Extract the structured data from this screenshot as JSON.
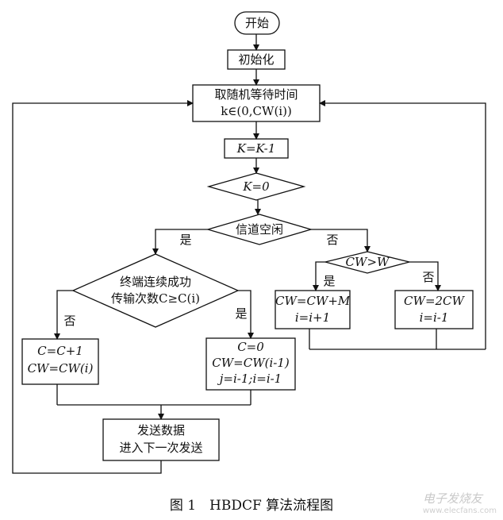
{
  "nodes": {
    "start": "开始",
    "init": "初始化",
    "random_wait_1": "取随机等待时间",
    "random_wait_2": "k∈(0,CW(i))",
    "decrement": "K=K-1",
    "k_zero": "K=0",
    "channel_idle": "信道空闲",
    "cw_gt_w": "CW>W",
    "consec_success_1": "终端连续成功",
    "consec_success_2": "传输次数C≥C(i)",
    "cw_add_1": "CW=CW+M",
    "cw_add_2": "i=i+1",
    "cw_double_1": "CW=2CW",
    "cw_double_2": "i=i-1",
    "c_inc_1": "C=C+1",
    "c_inc_2": "CW=CW(i)",
    "c_reset_1": "C=0",
    "c_reset_2": "CW=CW(i-1)",
    "c_reset_3": "j=i-1;i=i-1",
    "send_1": "发送数据",
    "send_2": "进入下一次发送"
  },
  "edge_labels": {
    "idle_yes": "是",
    "idle_no": "否",
    "cw_yes": "是",
    "cw_no": "否",
    "succ_no": "否",
    "succ_yes": "是"
  },
  "caption": "图 1　HBDCF 算法流程图",
  "watermark": "电子发烧友",
  "watermark_url": "www.elecfans.com"
}
